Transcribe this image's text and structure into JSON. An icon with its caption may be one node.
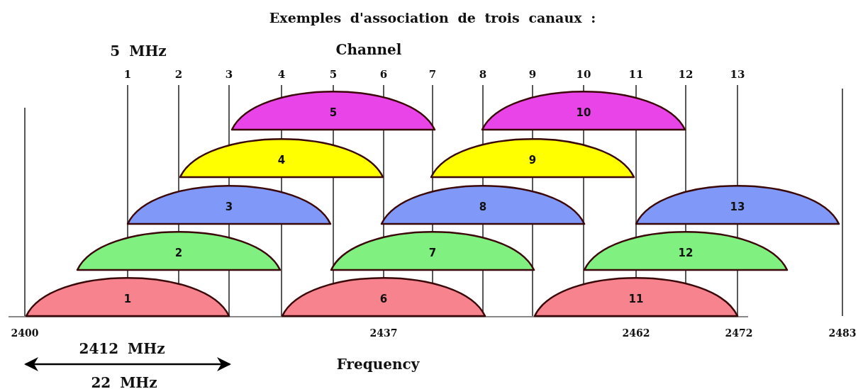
{
  "diagram": {
    "title": "Exemples d'association de trois canaux :",
    "nodes": [
      {
        "text": [
          "5"
        ]
      },
      {
        "text": [
          "10"
        ]
      },
      {
        "text": [
          "4"
        ]
      },
      {
        "text": [
          "9"
        ]
      },
      {
        "text": [
          "3"
        ]
      },
      {
        "text": [
          "8"
        ]
      },
      {
        "text": [
          "13"
        ]
      },
      {
        "text": [
          "2"
        ]
      },
      {
        "text": [
          "7"
        ]
      },
      {
        "text": [
          "12"
        ]
      },
      {
        "text": [
          "1"
        ]
      },
      {
        "text": [
          "6"
        ]
      },
      {
        "text": [
          "11"
        ]
      }
    ],
    "labels": [
      "5 MHz",
      "Channel",
      "1",
      "2",
      "3",
      "4",
      "5",
      "6",
      "7",
      "8",
      "9",
      "10",
      "11",
      "12",
      "13",
      "2400",
      "2437",
      "2462",
      "2472",
      "2483",
      "2412 MHz",
      "Frequency",
      "22 MHz"
    ]
  }
}
